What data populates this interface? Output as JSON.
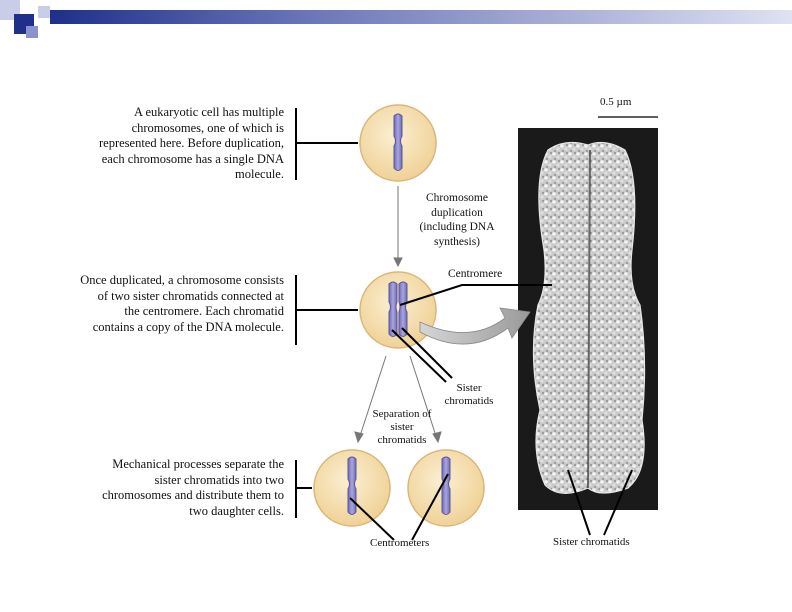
{
  "steps": [
    {
      "text": "A eukaryotic cell has multiple chromosomes, one of which is represented here. Before duplication, each chromosome has a single DNA molecule."
    },
    {
      "text": "Once duplicated, a chromosome consists of two sister chromatids connected at the centromere. Each chromatid contains a copy of the DNA molecule."
    },
    {
      "text": "Mechanical processes separate the sister chromatids into two chromosomes and distribute them to two daughter cells."
    }
  ],
  "labels": {
    "scale": "0.5 µm",
    "duplication": "Chromosome duplication (including DNA synthesis)",
    "centromere": "Centromere",
    "sister_chromatids": "Sister chromatids",
    "separation": "Separation of sister chromatids",
    "centrometers": "Centrometers",
    "sister_chromatids_micrograph": "Sister chromatids"
  },
  "colors": {
    "cell_fill": "#f3d9a4",
    "cell_edge": "#d9b77a",
    "chromosome": "#8c87c8",
    "chromosome_edge": "#5b5698",
    "arrow_gray": "#a8a8a8",
    "micrograph_bg": "#1a1a1a",
    "header_blue": "#1f2f8a"
  }
}
